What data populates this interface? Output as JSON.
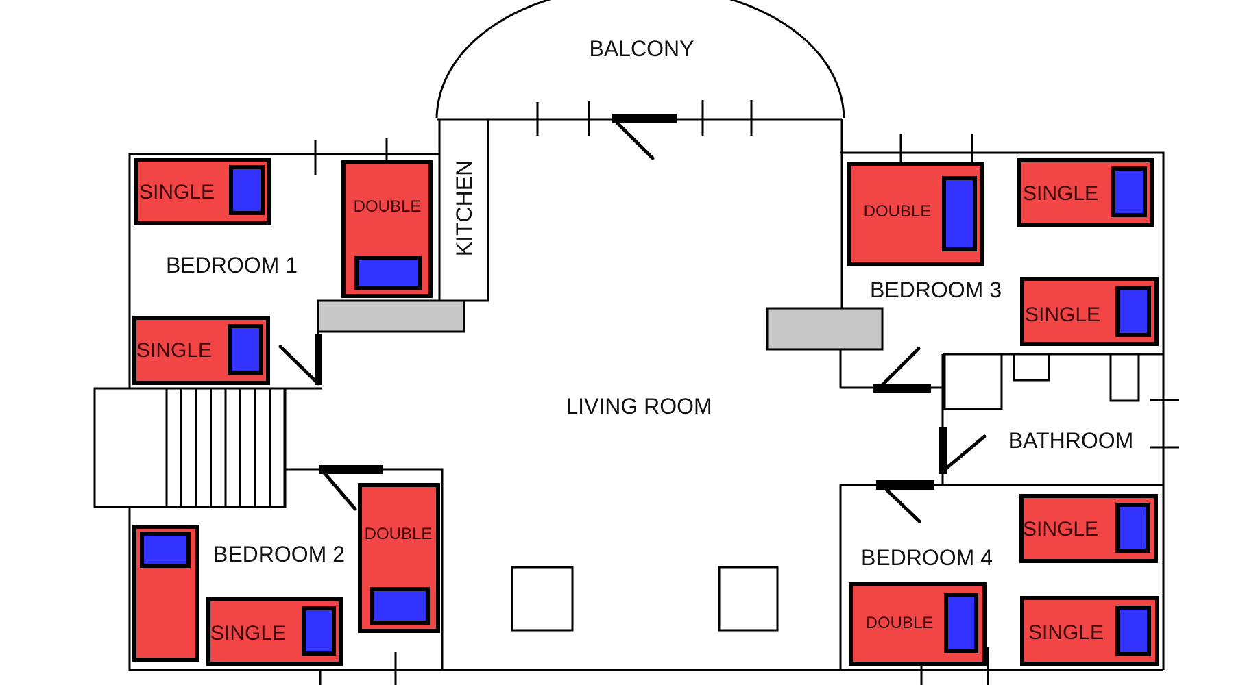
{
  "colors": {
    "bed_fill": "#f24646",
    "pillow_fill": "#3333ff",
    "counter_fill": "#c8c8c8",
    "wall": "#000000",
    "background": "#ffffff"
  },
  "rooms": {
    "balcony": "BALCONY",
    "kitchen": "KITCHEN",
    "living_room": "LIVING ROOM",
    "bedroom1": "BEDROOM 1",
    "bedroom2": "BEDROOM 2",
    "bedroom3": "BEDROOM 3",
    "bedroom4": "BEDROOM 4",
    "bathroom": "BATHROOM"
  },
  "beds": {
    "br1_single_top": "SINGLE",
    "br1_double": "DOUBLE",
    "br1_single_bottom": "SINGLE",
    "br2_single_vertical": "",
    "br2_single": "SINGLE",
    "br2_double": "DOUBLE",
    "br3_double": "DOUBLE",
    "br3_single_top": "SINGLE",
    "br3_single_bottom": "SINGLE",
    "br4_single_top": "SINGLE",
    "br4_double": "DOUBLE",
    "br4_single_bottom": "SINGLE"
  }
}
